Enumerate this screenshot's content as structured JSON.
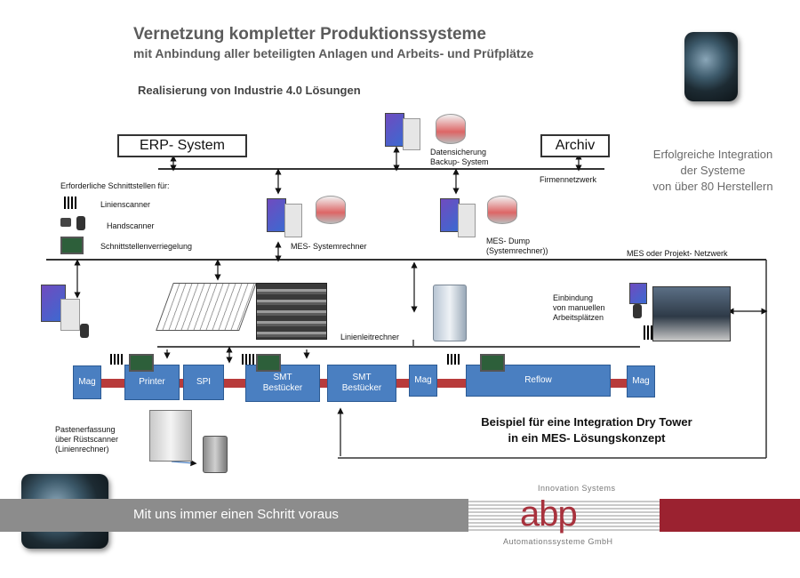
{
  "header": {
    "title": "Vernetzung kompletter Produktionssysteme",
    "subtitle": "mit Anbindung aller beteiligten Anlagen und Arbeits- und Prüfplätze",
    "realisierung": "Realisierung von Industrie 4.0 Lösungen"
  },
  "top": {
    "erp": "ERP- System",
    "archiv": "Archiv",
    "datensicherung": [
      "Datensicherung",
      "Backup- System"
    ],
    "firmennetzwerk": "Firmennetzwerk"
  },
  "right_text": [
    "Erfolgreiche Integration",
    "der Systeme",
    "von über 80 Herstellern"
  ],
  "interfaces": {
    "heading": "Erforderliche Schnittstellen für:",
    "items": [
      "Linienscanner",
      "Handscanner",
      "Schnittstellenverriegelung"
    ]
  },
  "mes": {
    "systemrechner": "MES- Systemrechner",
    "dump": [
      "MES- Dump",
      "(Systemrechner))"
    ],
    "netzwerk": "MES oder Projekt- Netzwerk",
    "einbindung": [
      "Einbindung",
      "von manuellen",
      "Arbeitsplätzen"
    ],
    "linienleitrechner": "Linienleitrechner"
  },
  "line": {
    "stations": [
      "Mag",
      "Printer",
      "SPI",
      "SMT\nBestücker",
      "SMT\nBestücker",
      "Mag",
      "Reflow",
      "Mag"
    ]
  },
  "paste": [
    "Pastenerfassung",
    "über Rüstscanner",
    "(Linienrechner)"
  ],
  "beispiel": [
    "Beispiel für  eine Integration Dry Tower",
    "in ein   MES- Lösungskonzept"
  ],
  "footer": {
    "slogan": "Mit uns immer einen Schritt voraus",
    "brand": "abp",
    "innovation": "Innovation Systems",
    "automation": "Automationssysteme GmbH"
  },
  "colors": {
    "process_blue": "#4a7fc1",
    "belt_red": "#b83b3b",
    "brand_red": "#9b2230"
  }
}
